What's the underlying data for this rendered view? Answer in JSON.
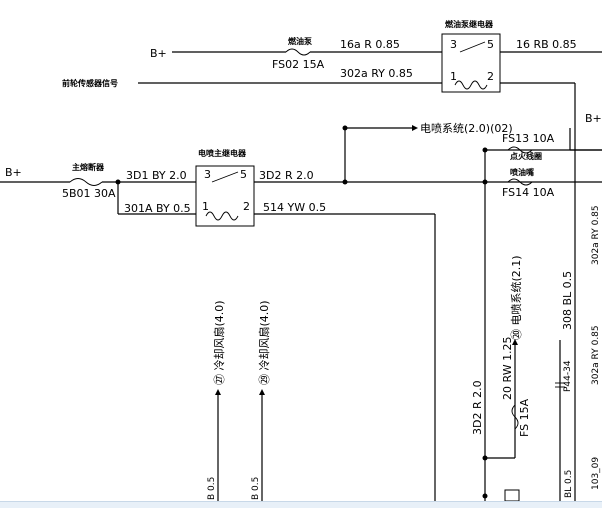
{
  "labels": {
    "b_plus_top": "B+",
    "b_plus_left": "B+",
    "b_plus_right": "B+",
    "fuse_fs02": "FS02 15A",
    "fuse_fs02_cn": "燃油泵",
    "relay_top_cn": "燃油泵继电器",
    "wire_16a": "16a R 0.85",
    "wire_302a": "302a RY 0.85",
    "wire_16rb": "16 RB 0.85",
    "left_signal_cn": "前轮传感器信号",
    "main_fuse_cn": "主熔断器",
    "main_fuse": "5B01 30A",
    "wire_3d1": "3D1 BY 2.0",
    "wire_301a": "301A BY 0.5",
    "relay_mid_cn": "电喷主继电器",
    "wire_3d2": "3D2 R 2.0",
    "wire_514": "514 YW 0.5",
    "conn_02": "电喷系统(2.0)(02)",
    "fs13": "FS13 10A",
    "fs13_cn": "点火线圈",
    "fs14_cn": "喷油嘴",
    "fs14": "FS14 10A",
    "vert_27": "㉗ 冷却风扇(4.0)",
    "vert_29": "㉙ 冷却风扇(4.0)",
    "vert_20": "⑳ 电喷系统(2.1)",
    "wire_20rw": "20 RW 1.25",
    "fs15": "FS 15A",
    "wire_3d2_vert": "3D2 R 2.0",
    "wire_308": "308 BL 0.5",
    "p44": "P44-34",
    "bl05_left": "B 0.5",
    "bl05_mid": "B 0.5",
    "bl05_right": "BL 0.5",
    "r1": "302a RY 0.85",
    "r2": "302a RY 0.85",
    "r3": "103_09"
  },
  "relay_pins": {
    "top": [
      "3",
      "5",
      "1",
      "2"
    ],
    "mid": [
      "3",
      "5",
      "1",
      "2"
    ]
  }
}
